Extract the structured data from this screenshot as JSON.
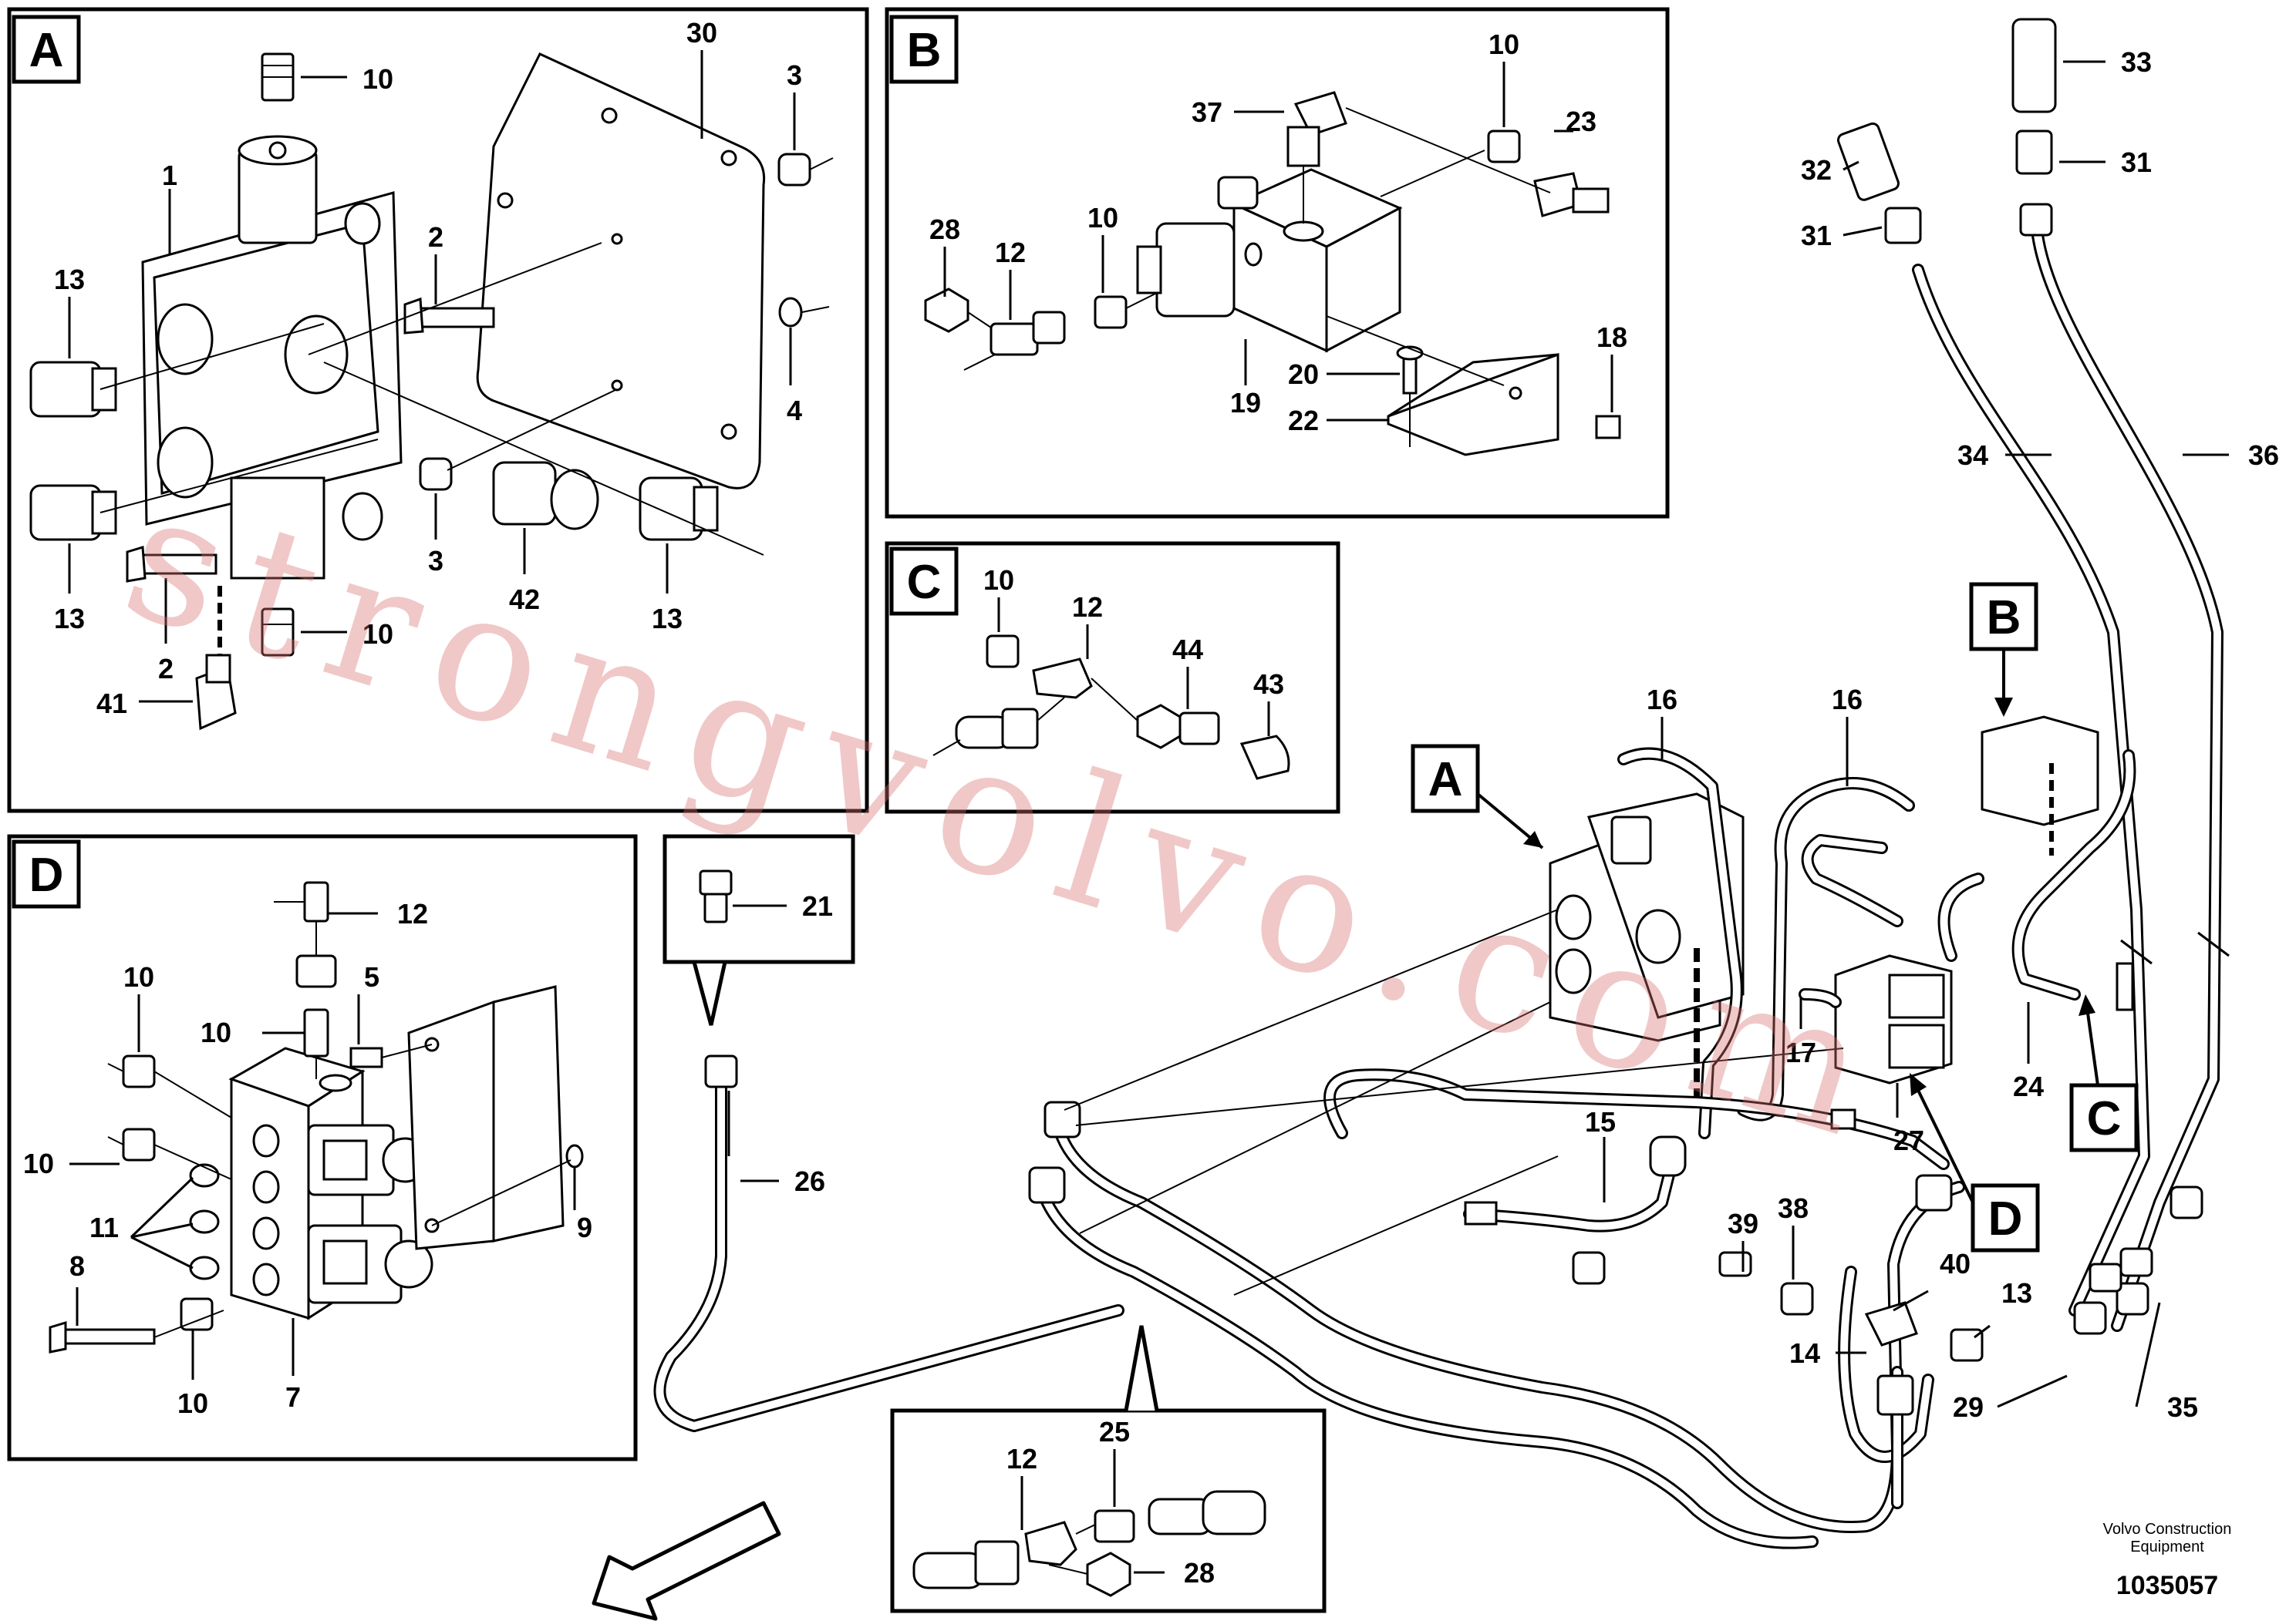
{
  "views": {
    "a": "A",
    "b": "B",
    "c": "C",
    "d": "D"
  },
  "callouts": {
    "a": [
      "A",
      "B",
      "C",
      "D"
    ]
  },
  "labels": {
    "a": [
      "10",
      "30",
      "3",
      "1",
      "2",
      "13",
      "4",
      "13",
      "3",
      "42",
      "13",
      "10",
      "2",
      "41"
    ],
    "b": [
      "10",
      "37",
      "23",
      "28",
      "12",
      "10",
      "19",
      "20",
      "18",
      "22"
    ],
    "c": [
      "10",
      "12",
      "44",
      "43"
    ],
    "d": [
      "12",
      "10",
      "5",
      "10",
      "10",
      "10",
      "11",
      "8",
      "9",
      "7",
      "10"
    ],
    "e": [
      "21"
    ],
    "f": [
      "12",
      "25",
      "28"
    ],
    "main": [
      "33",
      "32",
      "31",
      "31",
      "34",
      "36",
      "16",
      "16",
      "26",
      "15",
      "17",
      "24",
      "27",
      "39",
      "38",
      "40",
      "13",
      "14",
      "29",
      "35"
    ]
  },
  "watermark": "strongvolvo.com",
  "caption": {
    "line1": "Volvo Construction",
    "line2": "Equipment",
    "number": "1035057"
  }
}
